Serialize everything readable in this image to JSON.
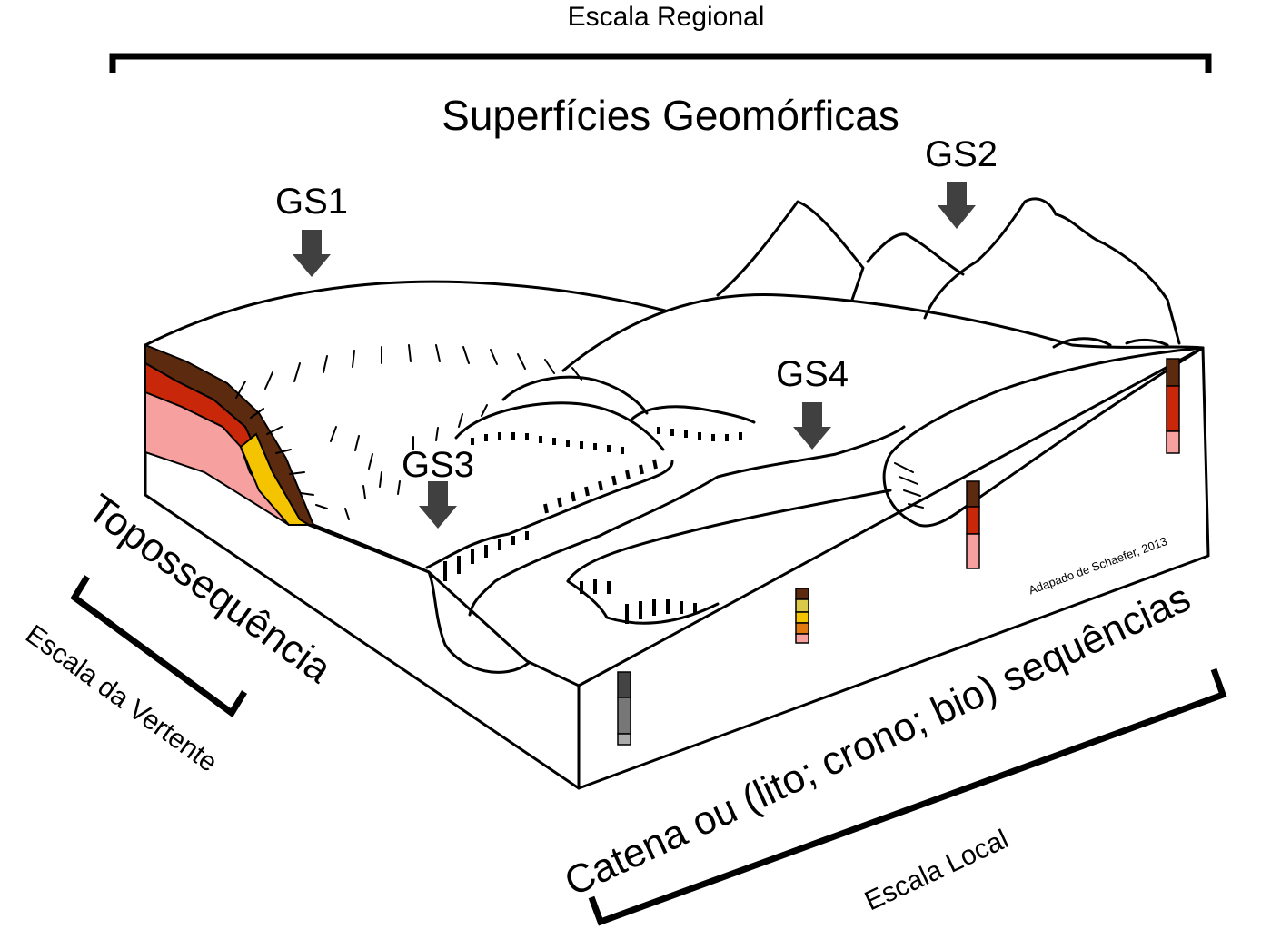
{
  "labels": {
    "regional_scale": "Escala Regional",
    "geomorphic_surfaces": "Superfícies Geomórficas",
    "toposequence": "Topossequência",
    "slope_scale": "Escala da Vertente",
    "catena": "Catena ou (lito; crono; bio) sequências",
    "local_scale": "Escala Local",
    "credit": "Adapado de Schaefer, 2013"
  },
  "surfaces": [
    {
      "id": "GS1",
      "label": "GS1"
    },
    {
      "id": "GS2",
      "label": "GS2"
    },
    {
      "id": "GS3",
      "label": "GS3"
    },
    {
      "id": "GS4",
      "label": "GS4"
    }
  ],
  "colors": {
    "arrow": "#404040",
    "dark_brown": "#5c2a0e",
    "red": "#c8270a",
    "pink": "#f7a0a0",
    "yellow": "#f5c400",
    "orange": "#e07a10",
    "olive_yellow": "#d9c84a",
    "grey_dark": "#444444",
    "grey_mid": "#777777",
    "grey_light": "#aaaaaa"
  }
}
